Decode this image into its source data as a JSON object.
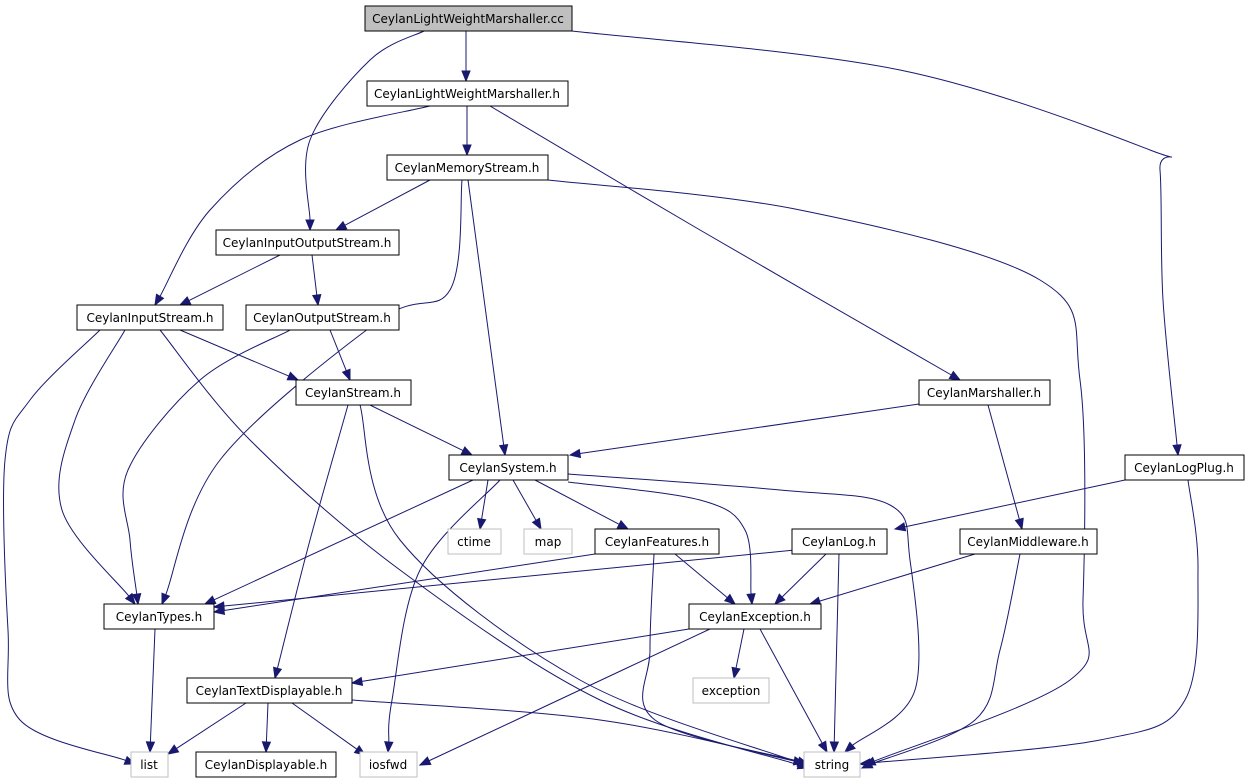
{
  "nodes": {
    "marshaller_cc": "CeylanLightWeightMarshaller.cc",
    "marshaller_h": "CeylanLightWeightMarshaller.h",
    "memorystream": "CeylanMemoryStream.h",
    "inoutstream": "CeylanInputOutputStream.h",
    "inputstream": "CeylanInputStream.h",
    "outputstream": "CeylanOutputStream.h",
    "stream": "CeylanStream.h",
    "marshaller": "CeylanMarshaller.h",
    "system": "CeylanSystem.h",
    "logplug": "CeylanLogPlug.h",
    "ctime": "ctime",
    "map": "map",
    "features": "CeylanFeatures.h",
    "log": "CeylanLog.h",
    "middleware": "CeylanMiddleware.h",
    "types": "CeylanTypes.h",
    "exception_h": "CeylanException.h",
    "textdisplayable": "CeylanTextDisplayable.h",
    "exception": "exception",
    "list": "list",
    "displayable": "CeylanDisplayable.h",
    "iosfwd": "iosfwd",
    "string": "string"
  },
  "colors": {
    "edge": "#191970",
    "root_fill": "#bfbfbf",
    "system_header_border": "#bfbfbf"
  }
}
